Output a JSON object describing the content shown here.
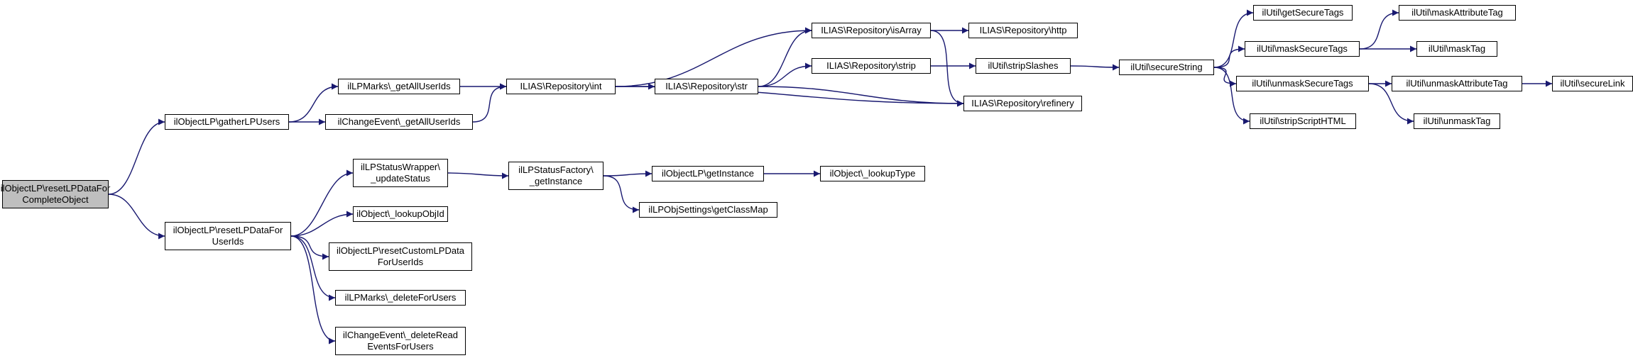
{
  "graph": {
    "colors": {
      "edge": "#191970",
      "node_border": "#000000",
      "root_fill": "#bfbfbf",
      "node_fill": "#ffffff"
    },
    "nodes": [
      {
        "id": "root",
        "label": "ilObjectLP\\resetLPDataFor\nCompleteObject",
        "root": true
      },
      {
        "id": "gather",
        "label": "ilObjectLP\\gatherLPUsers"
      },
      {
        "id": "resetUsers",
        "label": "ilObjectLP\\resetLPDataFor\nUserIds"
      },
      {
        "id": "lpmarksAll",
        "label": "ilLPMarks\\_getAllUserIds"
      },
      {
        "id": "changeAll",
        "label": "ilChangeEvent\\_getAllUserIds"
      },
      {
        "id": "repoInt",
        "label": "ILIAS\\Repository\\int"
      },
      {
        "id": "repoStr",
        "label": "ILIAS\\Repository\\str"
      },
      {
        "id": "repoIsArray",
        "label": "ILIAS\\Repository\\isArray"
      },
      {
        "id": "repoHttp",
        "label": "ILIAS\\Repository\\http"
      },
      {
        "id": "repoStrip",
        "label": "ILIAS\\Repository\\strip"
      },
      {
        "id": "repoRefinery",
        "label": "ILIAS\\Repository\\refinery"
      },
      {
        "id": "stripSlashes",
        "label": "ilUtil\\stripSlashes"
      },
      {
        "id": "secureString",
        "label": "ilUtil\\secureString"
      },
      {
        "id": "getSecureTags",
        "label": "ilUtil\\getSecureTags"
      },
      {
        "id": "maskSecureTags",
        "label": "ilUtil\\maskSecureTags"
      },
      {
        "id": "maskAttrTag",
        "label": "ilUtil\\maskAttributeTag"
      },
      {
        "id": "maskTag",
        "label": "ilUtil\\maskTag"
      },
      {
        "id": "unmaskSecureTags",
        "label": "ilUtil\\unmaskSecureTags"
      },
      {
        "id": "unmaskAttrTag",
        "label": "ilUtil\\unmaskAttributeTag"
      },
      {
        "id": "secureLink",
        "label": "ilUtil\\secureLink"
      },
      {
        "id": "unmaskTag",
        "label": "ilUtil\\unmaskTag"
      },
      {
        "id": "stripScript",
        "label": "ilUtil\\stripScriptHTML"
      },
      {
        "id": "statusWrapper",
        "label": "ilLPStatusWrapper\\\n_updateStatus"
      },
      {
        "id": "statusFactory",
        "label": "ilLPStatusFactory\\\n_getInstance"
      },
      {
        "id": "getInstance",
        "label": "ilObjectLP\\getInstance"
      },
      {
        "id": "lookupType",
        "label": "ilObject\\_lookupType"
      },
      {
        "id": "classMap",
        "label": "ilLPObjSettings\\getClassMap"
      },
      {
        "id": "lookupObjId",
        "label": "ilObject\\_lookupObjId"
      },
      {
        "id": "resetCustom",
        "label": "ilObjectLP\\resetCustomLPData\nForUserIds"
      },
      {
        "id": "lpmarksDelete",
        "label": "ilLPMarks\\_deleteForUsers"
      },
      {
        "id": "changeDelete",
        "label": "ilChangeEvent\\_deleteRead\nEventsForUsers"
      }
    ],
    "edges": [
      [
        "root",
        "gather"
      ],
      [
        "root",
        "resetUsers"
      ],
      [
        "gather",
        "lpmarksAll"
      ],
      [
        "gather",
        "changeAll"
      ],
      [
        "lpmarksAll",
        "repoInt"
      ],
      [
        "changeAll",
        "repoInt"
      ],
      [
        "repoInt",
        "repoIsArray"
      ],
      [
        "repoInt",
        "repoStr"
      ],
      [
        "repoInt",
        "repoRefinery"
      ],
      [
        "repoStr",
        "repoIsArray"
      ],
      [
        "repoStr",
        "repoStrip"
      ],
      [
        "repoStr",
        "repoRefinery"
      ],
      [
        "repoIsArray",
        "repoHttp"
      ],
      [
        "repoIsArray",
        "repoRefinery"
      ],
      [
        "repoStrip",
        "stripSlashes"
      ],
      [
        "stripSlashes",
        "secureString"
      ],
      [
        "secureString",
        "getSecureTags"
      ],
      [
        "secureString",
        "maskSecureTags"
      ],
      [
        "secureString",
        "unmaskSecureTags"
      ],
      [
        "secureString",
        "stripScript"
      ],
      [
        "maskSecureTags",
        "maskAttrTag"
      ],
      [
        "maskSecureTags",
        "maskTag"
      ],
      [
        "unmaskSecureTags",
        "unmaskAttrTag"
      ],
      [
        "unmaskSecureTags",
        "unmaskTag"
      ],
      [
        "unmaskAttrTag",
        "secureLink"
      ],
      [
        "resetUsers",
        "statusWrapper"
      ],
      [
        "resetUsers",
        "lookupObjId"
      ],
      [
        "resetUsers",
        "resetCustom"
      ],
      [
        "resetUsers",
        "lpmarksDelete"
      ],
      [
        "resetUsers",
        "changeDelete"
      ],
      [
        "statusWrapper",
        "statusFactory"
      ],
      [
        "statusFactory",
        "getInstance"
      ],
      [
        "statusFactory",
        "classMap"
      ],
      [
        "getInstance",
        "lookupType"
      ]
    ]
  }
}
